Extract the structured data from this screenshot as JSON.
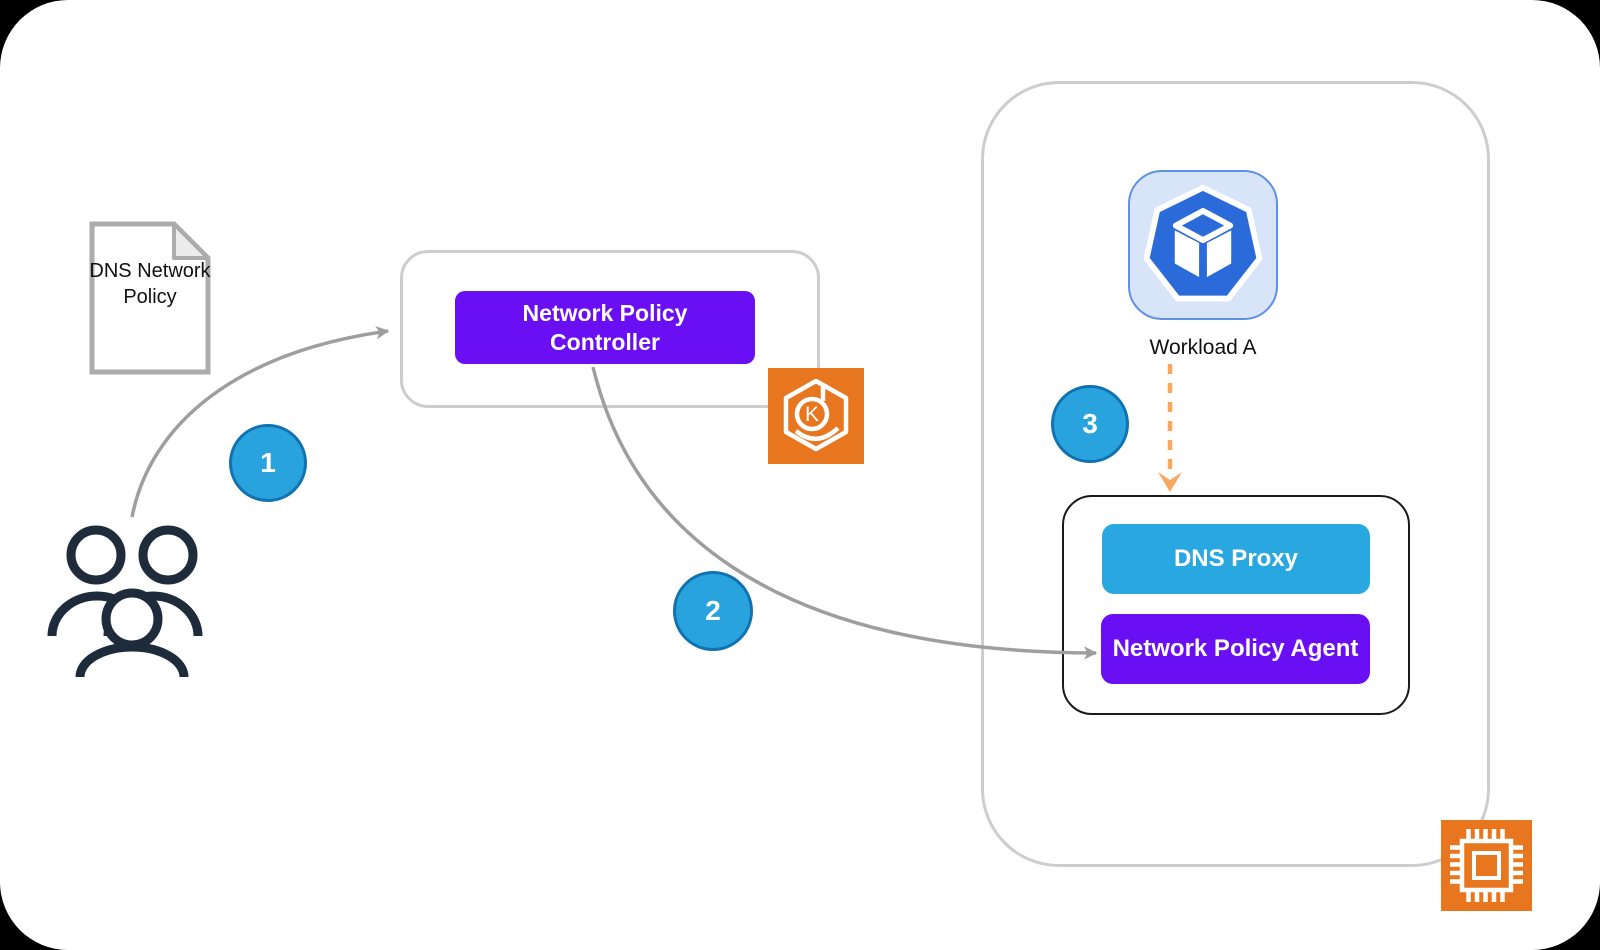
{
  "nodes": {
    "document": {
      "label": "DNS Network Policy"
    },
    "controller": {
      "label": "Network Policy Controller"
    },
    "workload": {
      "label": "Workload A"
    },
    "dns_proxy": {
      "label": "DNS Proxy"
    },
    "agent": {
      "label": "Network Policy Agent"
    }
  },
  "steps": [
    {
      "number": "1"
    },
    {
      "number": "2"
    },
    {
      "number": "3"
    }
  ],
  "icons": {
    "eks": {
      "name": "eks-kubernetes-icon",
      "letter": "K"
    },
    "instance_chip": {
      "name": "ec2-instance-chip-icon"
    },
    "pod_cube": {
      "name": "pod-cube-icon"
    },
    "users": {
      "name": "users-icon"
    },
    "document": {
      "name": "policy-document-icon"
    }
  },
  "colors": {
    "page_background": "#000000",
    "canvas_background": "#FFFFFF",
    "purple": "#6A0FF4",
    "proxy_blue": "#29A7E0",
    "step_fill": "#29A3DD",
    "step_border": "#1172B2",
    "aws_orange": "#E8761E",
    "dashed_arrow_orange": "#F9A861",
    "workload_heptagon_blue": "#2B6BD9",
    "workload_tile_blue": "#D8E5F8",
    "arrow_gray": "#9E9E9E",
    "container_border_gray": "#CDCDCD",
    "users_dark": "#1E2B3B"
  }
}
